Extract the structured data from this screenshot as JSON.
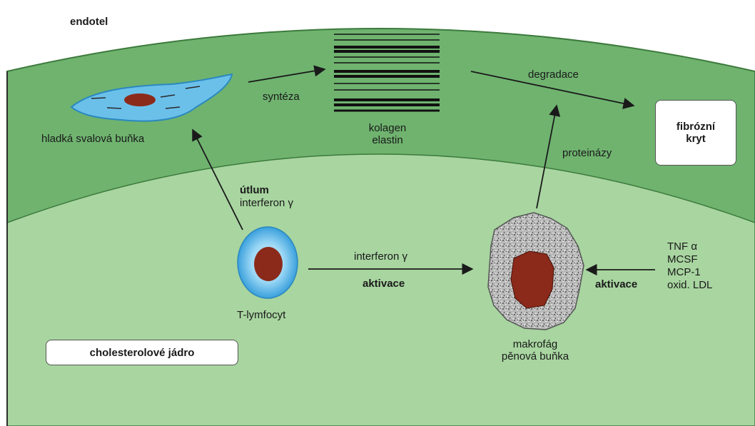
{
  "labels": {
    "endotel": "endotel",
    "smooth_muscle": "hladká svalová buňka",
    "synthesis": "syntéza",
    "collagen": "kolagen",
    "elastin": "elastin",
    "degradation": "degradace",
    "fibrous_cap": [
      "fibrózní",
      "kryt"
    ],
    "proteinases": "proteinázy",
    "attenuation": "útlum",
    "interferon_up": "interferon γ",
    "interferon_mid": "interferon γ",
    "activation_mid": "aktivace",
    "activation_right": "aktivace",
    "t_lymphocyte": "T-lymfocyt",
    "macrophage": "makrofág",
    "foam_cell": "pěnová buňka",
    "cholesterol_core": "cholesterolové jádro",
    "factors": [
      "TNF α",
      "MCSF",
      "MCP-1",
      "oxid. LDL"
    ]
  },
  "colors": {
    "outer_green": "#6fb36f",
    "inner_green": "#a8d5a0",
    "cell_blue": "#6bc0ea",
    "nucleus_brown": "#8b2a1a",
    "arrow": "#1a1a1a"
  }
}
